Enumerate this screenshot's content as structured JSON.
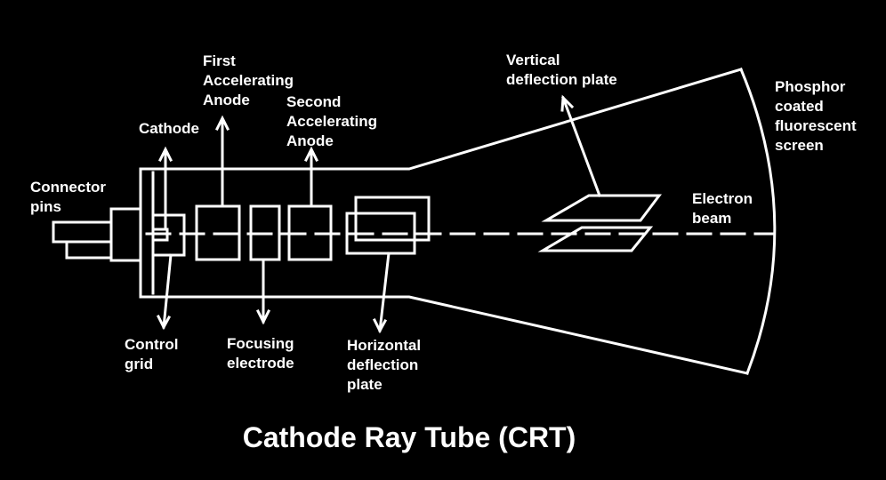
{
  "title": "Cathode Ray Tube (CRT)",
  "colors": {
    "background": "#000000",
    "foreground": "#ffffff"
  },
  "labels": {
    "connector_pins": [
      "Connector",
      "pins"
    ],
    "cathode": [
      "Cathode"
    ],
    "control_grid": [
      "Control",
      "grid"
    ],
    "first_anode": [
      "First",
      "Accelerating",
      "Anode"
    ],
    "second_anode": [
      "Second",
      "Accelerating",
      "Anode"
    ],
    "focusing_electrode": [
      "Focusing",
      "electrode"
    ],
    "horizontal_deflection": [
      "Horizontal",
      "deflection",
      "plate"
    ],
    "vertical_deflection": [
      "Vertical",
      "deflection plate"
    ],
    "electron_beam": [
      "Electron",
      "beam"
    ],
    "phosphor_screen": [
      "Phosphor",
      "coated",
      "fluorescent",
      "screen"
    ]
  }
}
